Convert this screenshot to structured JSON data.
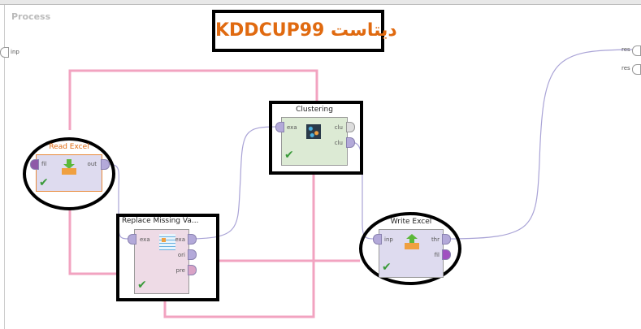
{
  "process": {
    "label": "Process",
    "input_port": "inp",
    "result_ports": [
      "res",
      "res"
    ]
  },
  "annotation": {
    "title": "KDDCUP99 دیتاست"
  },
  "operators": {
    "read_excel": {
      "title": "Read Excel",
      "ports_in": [
        "fil"
      ],
      "ports_out": [
        "out"
      ]
    },
    "replace_missing": {
      "title": "Replace Missing Va...",
      "ports_in": [
        "exa"
      ],
      "ports_out": [
        "exa",
        "ori",
        "pre"
      ]
    },
    "clustering": {
      "title": "Clustering",
      "ports_in": [
        "exa"
      ],
      "ports_out": [
        "clu",
        "clu"
      ]
    },
    "write_excel": {
      "title": "Write Excel",
      "ports_in": [
        "inp"
      ],
      "ports_out": [
        "thr",
        "fil"
      ]
    }
  },
  "colors": {
    "annotation_text": "#e06a10",
    "wire_blue": "#a9a3d6",
    "wire_pink": "#f2a3c0",
    "read_excel_border": "#e8893a"
  }
}
